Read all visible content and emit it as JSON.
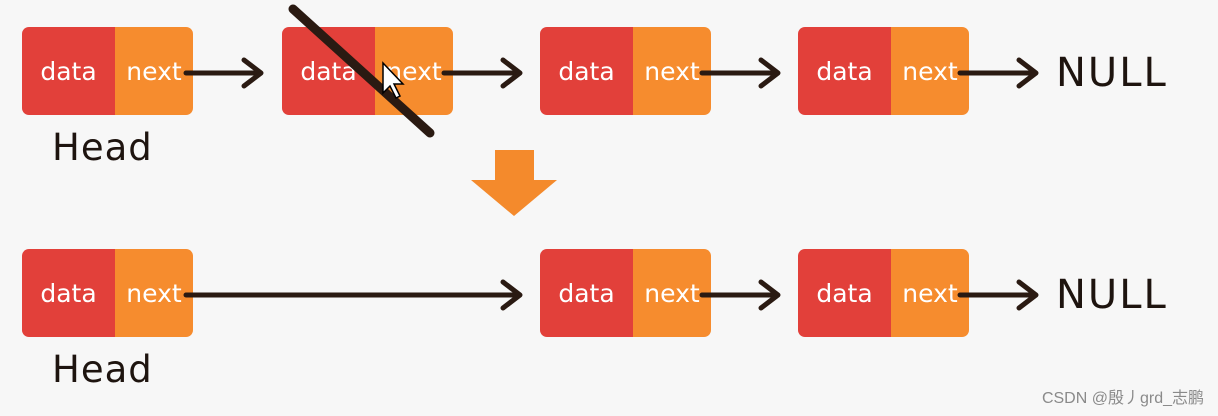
{
  "colors": {
    "data_cell": "#e2403a",
    "next_cell": "#f68c2e",
    "arrow": "#2a1a12",
    "down_arrow": "#f48a2c"
  },
  "top_row": {
    "nodes": [
      {
        "data": "data",
        "next": "next"
      },
      {
        "data": "data",
        "next": "next"
      },
      {
        "data": "data",
        "next": "next"
      },
      {
        "data": "data",
        "next": "next"
      }
    ],
    "head_label": "Head",
    "null_label": "NULL"
  },
  "bottom_row": {
    "nodes": [
      {
        "data": "data",
        "next": "next"
      },
      {
        "data": "data",
        "next": "next"
      },
      {
        "data": "data",
        "next": "next"
      }
    ],
    "head_label": "Head",
    "null_label": "NULL"
  },
  "watermark": "CSDN @殷丿grd_志鹏"
}
